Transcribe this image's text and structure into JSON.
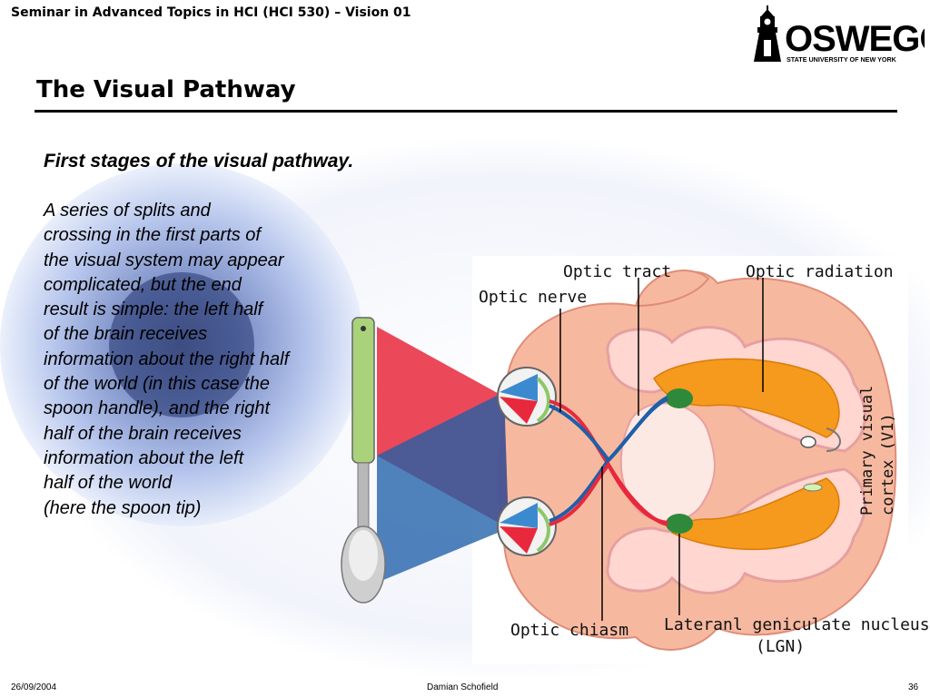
{
  "header": {
    "course_title": "Seminar in Advanced Topics in HCI (HCI 530) – Vision 01",
    "logo": {
      "name": "OSWEGO",
      "tagline": "STATE UNIVERSITY OF NEW YORK",
      "icon": "clock-tower-icon"
    }
  },
  "slide": {
    "title": "The Visual Pathway",
    "subtitle": "First stages of the visual pathway.",
    "body_lines": [
      "A series of splits and",
      "crossing in the first parts of",
      "the visual system may appear",
      "complicated, but the end",
      "result is simple: the left half",
      "of the brain receives",
      "information about the right half",
      "of the world (in this case the",
      "spoon handle), and the right",
      "half of the brain receives",
      "information about the left",
      "half of the world",
      "(here the spoon tip)"
    ]
  },
  "diagram": {
    "labels": {
      "optic_tract": "Optic tract",
      "optic_radiation": "Optic radiation",
      "optic_nerve": "Optic nerve",
      "primary_visual_cortex_line1": "Primary visual",
      "primary_visual_cortex_line2": "cortex (V1)",
      "optic_chiasm": "Optic chiasm",
      "lgn_line1": "Lateranl geniculate nucleus",
      "lgn_line2": "(LGN)"
    },
    "colors": {
      "right_field": "#e8283c",
      "left_field": "#1f5fa8",
      "brain": "#f6b9a0",
      "cortex_fold": "#ffd6d0",
      "radiation": "#f59a1c",
      "lgn": "#2e8a3a",
      "spoon_handle": "#a9d27a"
    }
  },
  "footer": {
    "date": "26/09/2004",
    "author": "Damian Schofield",
    "page": "36"
  }
}
